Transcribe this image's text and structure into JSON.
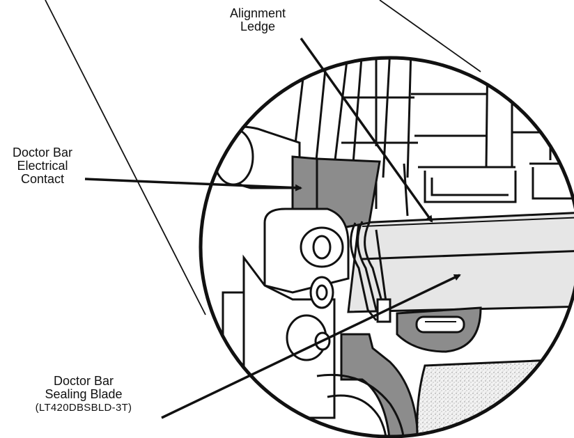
{
  "callouts": {
    "alignment_ledge": {
      "line1": "Alignment",
      "line2": "Ledge"
    },
    "doctor_bar_contact": {
      "line1": "Doctor Bar",
      "line2": "Electrical",
      "line3": "Contact"
    },
    "doctor_bar_blade": {
      "line1": "Doctor Bar",
      "line2": "Sealing Blade",
      "part_number": "(LT420DBSBLD-3T)"
    }
  },
  "colors": {
    "ink": "#111111",
    "contact_plate": "#8c8c8c",
    "cylinder": "#e6e6e6",
    "foam": "#dcdcdc"
  }
}
